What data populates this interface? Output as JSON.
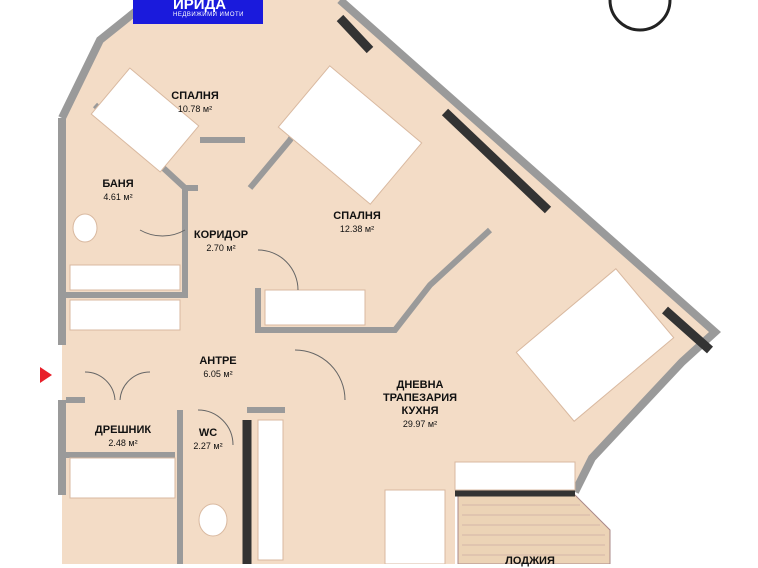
{
  "logo": {
    "title": "ИРИДА",
    "subtitle": "НЕДВИЖИМИ ИМОТИ"
  },
  "colors": {
    "floor": "#f3dcc6",
    "wall": "#9a9a9a",
    "dark_wall": "#333333",
    "entry_arrow": "#e8202a",
    "logo_bg": "#1a1adc"
  },
  "rooms": [
    {
      "name": "СПАЛНЯ",
      "area": "10.78 м²"
    },
    {
      "name": "БАНЯ",
      "area": "4.61 м²"
    },
    {
      "name": "КОРИДОР",
      "area": "2.70 м²"
    },
    {
      "name": "СПАЛНЯ",
      "area": "12.38 м²"
    },
    {
      "name": "АНТРЕ",
      "area": "6.05 м²"
    },
    {
      "name": "ДНЕВНА ТРАПЕЗАРИЯ КУХНЯ",
      "area": "29.97 м²"
    },
    {
      "name": "ДРЕШНИК",
      "area": "2.48 м²"
    },
    {
      "name": "WC",
      "area": "2.27 м²"
    },
    {
      "name": "ЛОДЖИЯ",
      "area": ""
    }
  ]
}
